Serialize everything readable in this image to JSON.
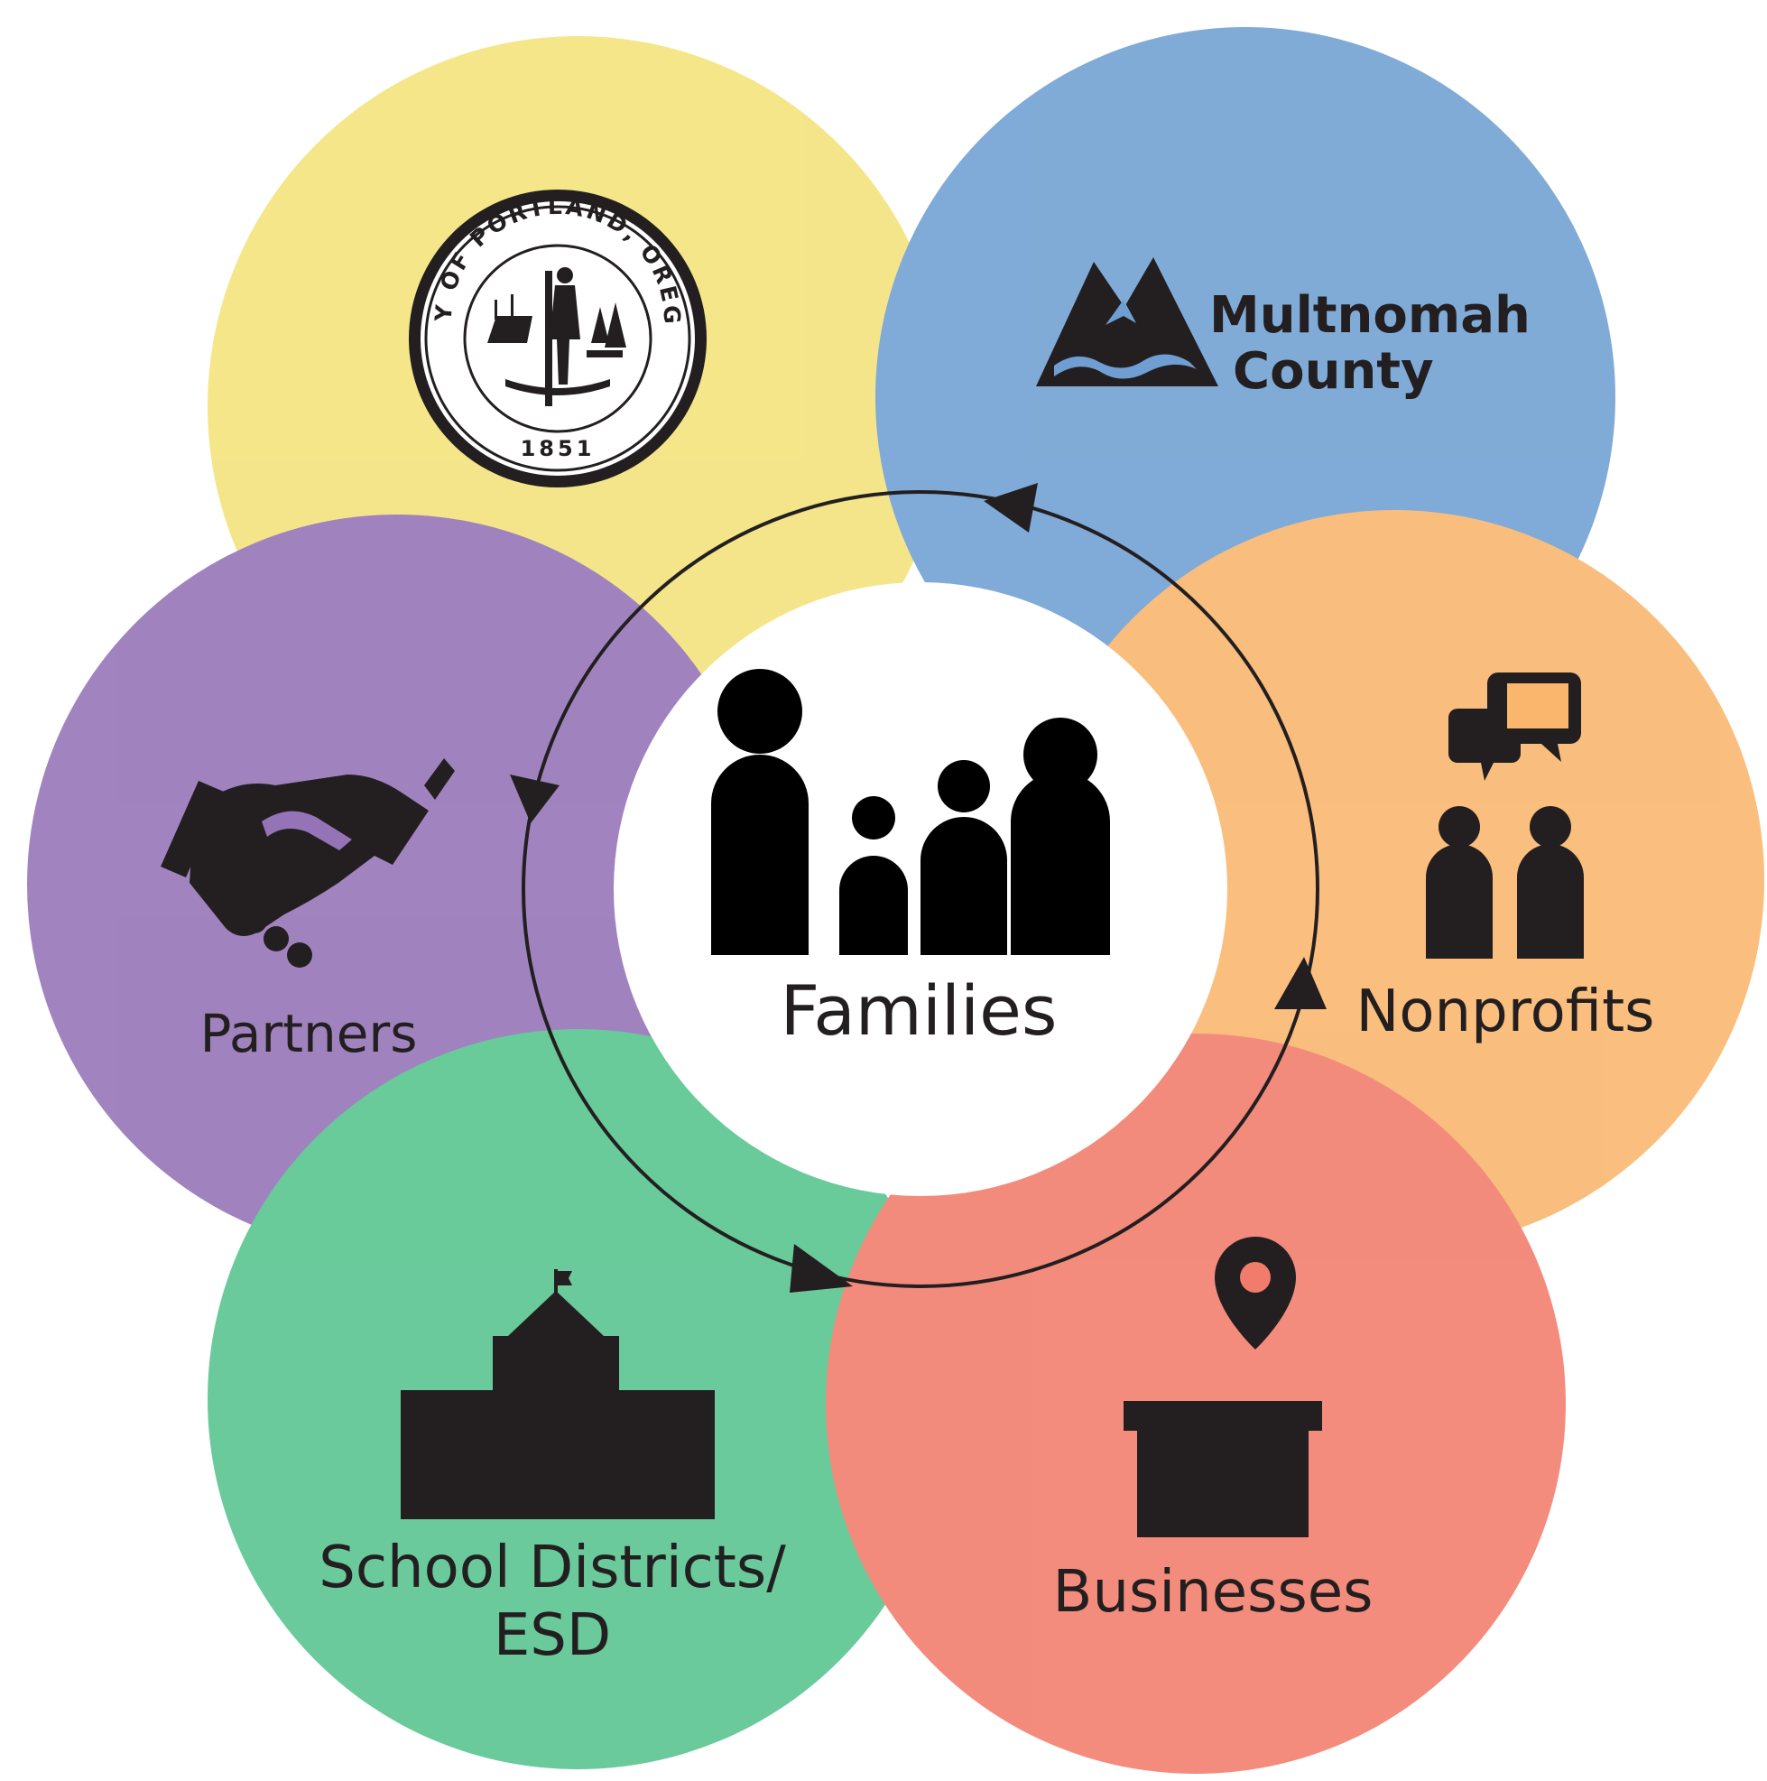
{
  "colors": {
    "yellow": "#f4e27a",
    "blue": "#6f9fd2",
    "orange": "#f9b66c",
    "red": "#f27c6b",
    "green": "#55c38d",
    "purple": "#9473b6",
    "center": "#ffffff",
    "ink": "#231f20"
  },
  "center": {
    "label": "Families",
    "icon": "family-icon"
  },
  "partners": [
    {
      "key": "city",
      "icon": "city-of-portland-seal",
      "seal": {
        "top": "CITY OF PORTLAND, OREGON",
        "year": "1851"
      }
    },
    {
      "key": "county",
      "icon": "multnomah-county-logo",
      "logo_line1": "Multnomah",
      "logo_line2": "County"
    },
    {
      "key": "nonprofits",
      "label": "Nonprofits",
      "icon": "people-talking-icon"
    },
    {
      "key": "businesses",
      "label": "Businesses",
      "icon": "storefront-pin-icon"
    },
    {
      "key": "schools",
      "label_line1": "School Districts/",
      "label_line2": "ESD",
      "icon": "school-building-icon"
    },
    {
      "key": "partners",
      "label": "Partners",
      "icon": "handshake-icon"
    }
  ]
}
